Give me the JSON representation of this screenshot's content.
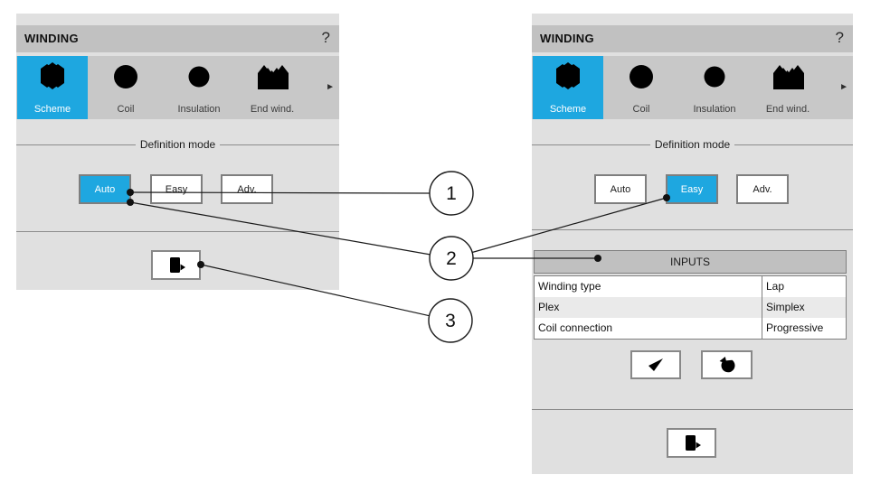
{
  "colors": {
    "accent": "#1ea7e0"
  },
  "left_panel": {
    "title": "WINDING",
    "help": "?",
    "more_arrow": "►",
    "tabs": [
      {
        "label": "Scheme",
        "icon": "winding-scheme-icon",
        "selected": true
      },
      {
        "label": "Coil",
        "icon": "coil-icon",
        "selected": false
      },
      {
        "label": "Insulation",
        "icon": "insulation-icon",
        "selected": false
      },
      {
        "label": "End wind.",
        "icon": "end-winding-icon",
        "selected": false
      }
    ],
    "group_label": "Definition mode",
    "modes": [
      {
        "label": "Auto",
        "selected": true
      },
      {
        "label": "Easy",
        "selected": false
      },
      {
        "label": "Adv.",
        "selected": false
      }
    ]
  },
  "right_panel": {
    "title": "WINDING",
    "help": "?",
    "more_arrow": "►",
    "tabs": [
      {
        "label": "Scheme",
        "icon": "winding-scheme-icon",
        "selected": true
      },
      {
        "label": "Coil",
        "icon": "coil-icon",
        "selected": false
      },
      {
        "label": "Insulation",
        "icon": "insulation-icon",
        "selected": false
      },
      {
        "label": "End wind.",
        "icon": "end-winding-icon",
        "selected": false
      }
    ],
    "group_label": "Definition mode",
    "modes": [
      {
        "label": "Auto",
        "selected": false
      },
      {
        "label": "Easy",
        "selected": true
      },
      {
        "label": "Adv.",
        "selected": false
      }
    ],
    "inputs_header": "INPUTS",
    "inputs_rows": [
      {
        "name": "Winding type",
        "value": "Lap"
      },
      {
        "name": "Plex",
        "value": "Simplex"
      },
      {
        "name": "Coil connection",
        "value": "Progressive"
      }
    ]
  },
  "callouts": [
    {
      "label": "1"
    },
    {
      "label": "2"
    },
    {
      "label": "3"
    }
  ],
  "icons": {
    "help": "question-mark-icon",
    "more": "right-arrow-icon",
    "export": "export-document-icon",
    "confirm": "check-icon",
    "reset": "undo-icon"
  }
}
